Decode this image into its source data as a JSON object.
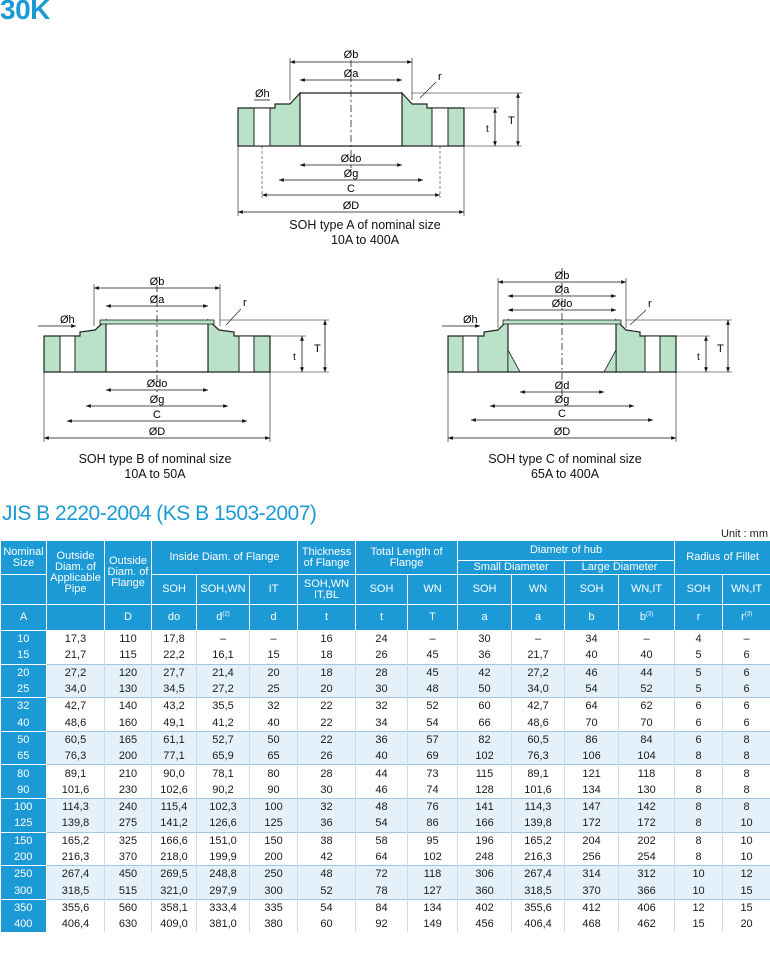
{
  "page_title": "30K",
  "standard_title": "JIS B 2220-2004 (KS B 1503-2007)",
  "unit_label": "Unit : mm",
  "diagrams": {
    "type_a": {
      "caption_line1": "SOH type A of nominal size",
      "caption_line2": "10A to 400A"
    },
    "type_b": {
      "caption_line1": "SOH type B of nominal size",
      "caption_line2": "10A to 50A"
    },
    "type_c": {
      "caption_line1": "SOH type C of nominal size",
      "caption_line2": "65A to 400A"
    },
    "labels": {
      "ob": "Øb",
      "oa": "Øa",
      "oh": "Øh",
      "odo": "Ødo",
      "og": "Øg",
      "c": "C",
      "od": "ØD",
      "odd": "Ød",
      "r": "r",
      "t": "t",
      "T": "T"
    }
  },
  "table": {
    "headers": {
      "nominal": "Nominal Size",
      "outside_diam": "Outside Diam. of Applicable Pipe",
      "flange_outside": "Outside Diam. of Flange",
      "inside_diam": "Inside Diam. of Flange",
      "thickness": "Thickness of Flange",
      "total_length": "Total Length of Flange",
      "hub": "Diametr of hub",
      "small": "Small Diameter",
      "large": "Large Diameter",
      "radius": "Radius of Fillet",
      "soh": "SOH",
      "soh_wn": "SOH,WN",
      "it": "IT",
      "soh_wn_it_bl": "SOH,WN IT,BL",
      "wn": "WN",
      "wn_it": "WN,IT",
      "sym_a": "A",
      "sym_D": "D",
      "sym_do": "do",
      "sym_d2": "d",
      "sup2": "(2)",
      "sym_d": "d",
      "sym_t": "t",
      "sym_t2": "t",
      "sym_T": "T",
      "sym_a1": "a",
      "sym_a2": "a",
      "sym_b": "b",
      "sup3": "(3)",
      "sym_r": "r",
      "sym_r3": "r",
      "sup3b": "(3)"
    },
    "rows": [
      [
        "10",
        "17,3",
        "110",
        "17,8",
        "–",
        "–",
        "16",
        "24",
        "–",
        "30",
        "–",
        "34",
        "–",
        "4",
        "–"
      ],
      [
        "15",
        "21,7",
        "115",
        "22,2",
        "16,1",
        "15",
        "18",
        "26",
        "45",
        "36",
        "21,7",
        "40",
        "40",
        "5",
        "6"
      ],
      [
        "20",
        "27,2",
        "120",
        "27,7",
        "21,4",
        "20",
        "18",
        "28",
        "45",
        "42",
        "27,2",
        "46",
        "44",
        "5",
        "6"
      ],
      [
        "25",
        "34,0",
        "130",
        "34,5",
        "27,2",
        "25",
        "20",
        "30",
        "48",
        "50",
        "34,0",
        "54",
        "52",
        "5",
        "6"
      ],
      [
        "32",
        "42,7",
        "140",
        "43,2",
        "35,5",
        "32",
        "22",
        "32",
        "52",
        "60",
        "42,7",
        "64",
        "62",
        "6",
        "6"
      ],
      [
        "40",
        "48,6",
        "160",
        "49,1",
        "41,2",
        "40",
        "22",
        "34",
        "54",
        "66",
        "48,6",
        "70",
        "70",
        "6",
        "6"
      ],
      [
        "50",
        "60,5",
        "165",
        "61,1",
        "52,7",
        "50",
        "22",
        "36",
        "57",
        "82",
        "60,5",
        "86",
        "84",
        "6",
        "8"
      ],
      [
        "65",
        "76,3",
        "200",
        "77,1",
        "65,9",
        "65",
        "26",
        "40",
        "69",
        "102",
        "76,3",
        "106",
        "104",
        "8",
        "8"
      ],
      [
        "80",
        "89,1",
        "210",
        "90,0",
        "78,1",
        "80",
        "28",
        "44",
        "73",
        "115",
        "89,1",
        "121",
        "118",
        "8",
        "8"
      ],
      [
        "90",
        "101,6",
        "230",
        "102,6",
        "90,2",
        "90",
        "30",
        "46",
        "74",
        "128",
        "101,6",
        "134",
        "130",
        "8",
        "8"
      ],
      [
        "100",
        "114,3",
        "240",
        "115,4",
        "102,3",
        "100",
        "32",
        "48",
        "76",
        "141",
        "114,3",
        "147",
        "142",
        "8",
        "8"
      ],
      [
        "125",
        "139,8",
        "275",
        "141,2",
        "126,6",
        "125",
        "36",
        "54",
        "86",
        "166",
        "139,8",
        "172",
        "172",
        "8",
        "10"
      ],
      [
        "150",
        "165,2",
        "325",
        "166,6",
        "151,0",
        "150",
        "38",
        "58",
        "95",
        "196",
        "165,2",
        "204",
        "202",
        "8",
        "10"
      ],
      [
        "200",
        "216,3",
        "370",
        "218,0",
        "199,9",
        "200",
        "42",
        "64",
        "102",
        "248",
        "216,3",
        "256",
        "254",
        "8",
        "10"
      ],
      [
        "250",
        "267,4",
        "450",
        "269,5",
        "248,8",
        "250",
        "48",
        "72",
        "118",
        "306",
        "267,4",
        "314",
        "312",
        "10",
        "12"
      ],
      [
        "300",
        "318,5",
        "515",
        "321,0",
        "297,9",
        "300",
        "52",
        "78",
        "127",
        "360",
        "318,5",
        "370",
        "366",
        "10",
        "15"
      ],
      [
        "350",
        "355,6",
        "560",
        "358,1",
        "333,4",
        "335",
        "54",
        "84",
        "134",
        "402",
        "355,6",
        "412",
        "406",
        "12",
        "15"
      ],
      [
        "400",
        "406,4",
        "630",
        "409,0",
        "381,0",
        "380",
        "60",
        "92",
        "149",
        "456",
        "406,4",
        "468",
        "462",
        "15",
        "20"
      ]
    ]
  }
}
